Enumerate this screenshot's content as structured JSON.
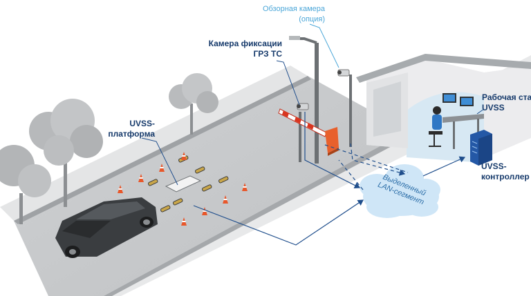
{
  "labels": {
    "overview_camera": {
      "line1": "Обзорная камера",
      "line2": "(опция)"
    },
    "plate_camera": {
      "line1": "Камера фиксации",
      "line2": "ГРЗ ТС"
    },
    "uvss_platform": {
      "line1": "UVSS-",
      "line2": "платформа"
    },
    "workstation": {
      "line1": "Рабочая стан",
      "line2": "UVSS"
    },
    "uvss_controller": {
      "line1": "UVSS-",
      "line2": "контроллер"
    },
    "lan_segment": {
      "line1": "Выделенный",
      "line2": "LAN-сегмент"
    }
  },
  "colors": {
    "label_dark": "#163a6b",
    "label_light": "#4aa6d8",
    "connector": "#1f4e8c",
    "cloud": "#cfe6f7",
    "barrier_box": "#e8602c",
    "controller": "#2458a6"
  },
  "icons": [
    "tree-icon",
    "car-icon",
    "traffic-cone-icon",
    "speed-bump-icon",
    "camera-icon",
    "street-lamp-icon",
    "barrier-icon",
    "guard-booth-icon",
    "operator-icon",
    "monitor-icon",
    "server-icon",
    "cloud-icon"
  ]
}
